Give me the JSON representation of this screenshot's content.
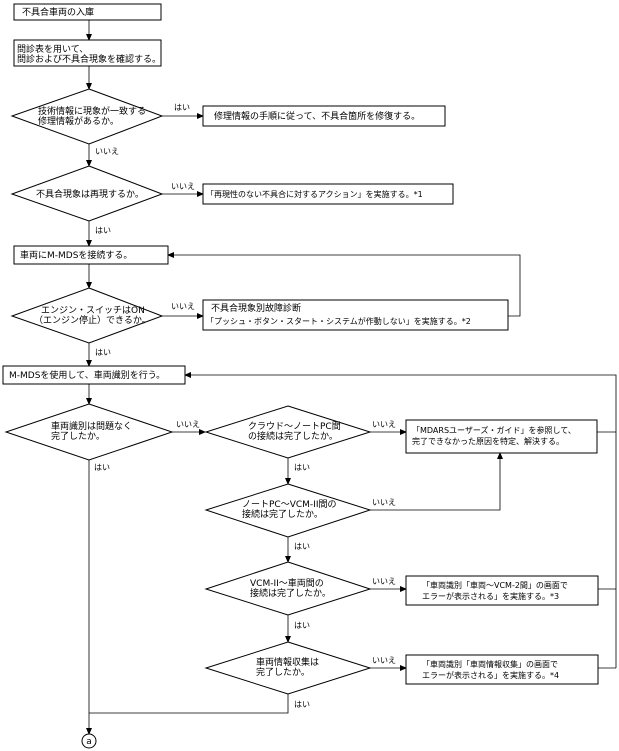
{
  "nodes": {
    "start": "不具合車両の入庫",
    "confirm": [
      "問診表を用いて、",
      "問診および不具合現象を確認する。"
    ],
    "q_tech": [
      "技術情報に現象が一致する",
      "修理情報があるか。"
    ],
    "a_repair": "修理情報の手順に従って、不具合箇所を修復する。",
    "q_repro": "不具合現象は再現するか。",
    "a_noreproduce": "「再現性のない不具合に対するアクション」を実施する。*1",
    "connect": "車両にM-MDSを接続する。",
    "q_engine": [
      "エンジン・スイッチはON",
      "（エンジン停止）できるか。"
    ],
    "a_engine": [
      "不具合現象別故障診断",
      "「プッシュ・ボタン・スタート・システムが作動しない」を実施する。*2"
    ],
    "identify": "M-MDSを使用して、車両識別を行う。",
    "q_ident": [
      "車両識別は問題なく",
      "完了したか。"
    ],
    "q_cloud": [
      "クラウド～ノートPC間",
      "の接続は完了したか。"
    ],
    "a_mdars": [
      "「MDARSユーザーズ・ガイド」を参照して、",
      "完了できなかった原因を特定、解決する。"
    ],
    "q_notepc": [
      "ノートPC～VCM-II間の",
      "接続は完了したか。"
    ],
    "q_vcm": [
      "VCM-II～車両間の",
      "接続は完了したか。"
    ],
    "a_vcm": [
      "「車両識別「車両～VCM-2間」の画面で",
      "エラーが表示される」を実施する。*3"
    ],
    "q_collect": [
      "車両情報収集は",
      "完了したか。"
    ],
    "a_collect": [
      "「車両識別「車両情報収集」の画面で",
      "エラーが表示される」を実施する。*4"
    ],
    "connector": "a"
  },
  "labels": {
    "yes": "はい",
    "no": "いいえ"
  }
}
